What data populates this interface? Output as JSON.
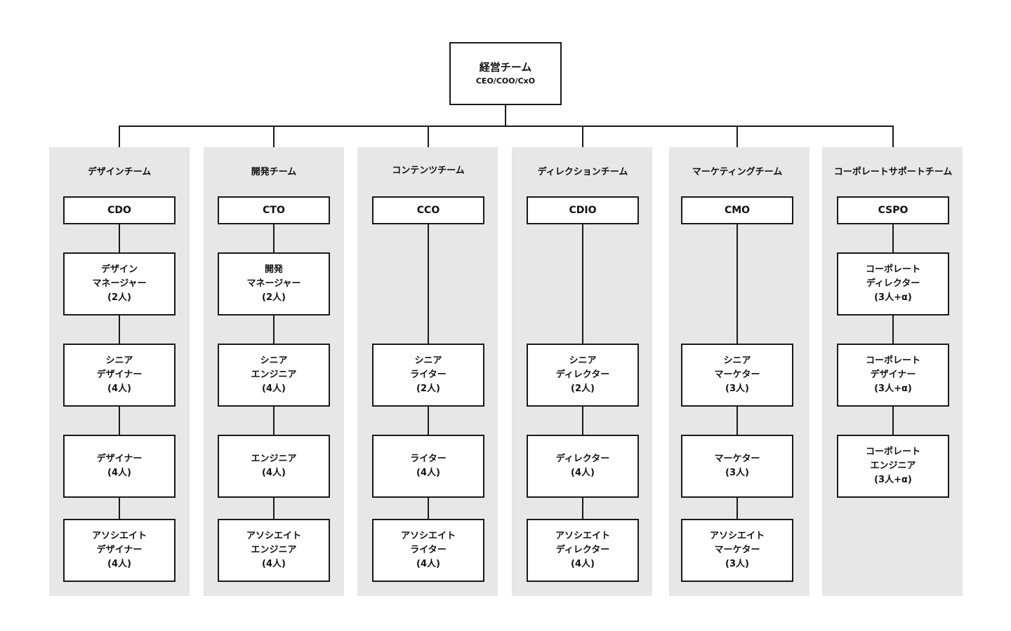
{
  "root": {
    "title": "経営チーム",
    "subtitle": "CEO/COO/CxO"
  },
  "teams": [
    {
      "name": "デザインチーム",
      "head": "CDO",
      "roles": [
        [
          "デザイン",
          "マネージャー",
          "(2人)"
        ],
        [
          "シニア",
          "デザイナー",
          "(4人)"
        ],
        [
          "デザイナー",
          "(4人)"
        ],
        [
          "アソシエイト",
          "デザイナー",
          "(4人)"
        ]
      ]
    },
    {
      "name": "開発チーム",
      "head": "CTO",
      "roles": [
        [
          "開発",
          "マネージャー",
          "(2人)"
        ],
        [
          "シニア",
          "エンジニア",
          "(4人)"
        ],
        [
          "エンジニア",
          "(4人)"
        ],
        [
          "アソシエイト",
          "エンジニア",
          "(4人)"
        ]
      ]
    },
    {
      "name": "コンテンツチーム",
      "head": "CCO",
      "roles": [
        null,
        [
          "シニア",
          "ライター",
          "(2人)"
        ],
        [
          "ライター",
          "(4人)"
        ],
        [
          "アソシエイト",
          "ライター",
          "(4人)"
        ]
      ]
    },
    {
      "name": "ディレクションチーム",
      "head": "CDIO",
      "roles": [
        null,
        [
          "シニア",
          "ディレクター",
          "(2人)"
        ],
        [
          "ディレクター",
          "(4人)"
        ],
        [
          "アソシエイト",
          "ディレクター",
          "(4人)"
        ]
      ]
    },
    {
      "name": "マーケティングチーム",
      "head": "CMO",
      "roles": [
        null,
        [
          "シニア",
          "マーケター",
          "(3人)"
        ],
        [
          "マーケター",
          "(3人)"
        ],
        [
          "アソシエイト",
          "マーケター",
          "(3人)"
        ]
      ]
    },
    {
      "name": "コーポレートサポートチーム",
      "head": "CSPO",
      "roles": [
        [
          "コーポレート",
          "ディレクター",
          "(3人+α)"
        ],
        [
          "コーポレート",
          "デザイナー",
          "(3人+α)"
        ],
        [
          "コーポレート",
          "エンジニア",
          "(3人+α)"
        ],
        null
      ]
    }
  ]
}
